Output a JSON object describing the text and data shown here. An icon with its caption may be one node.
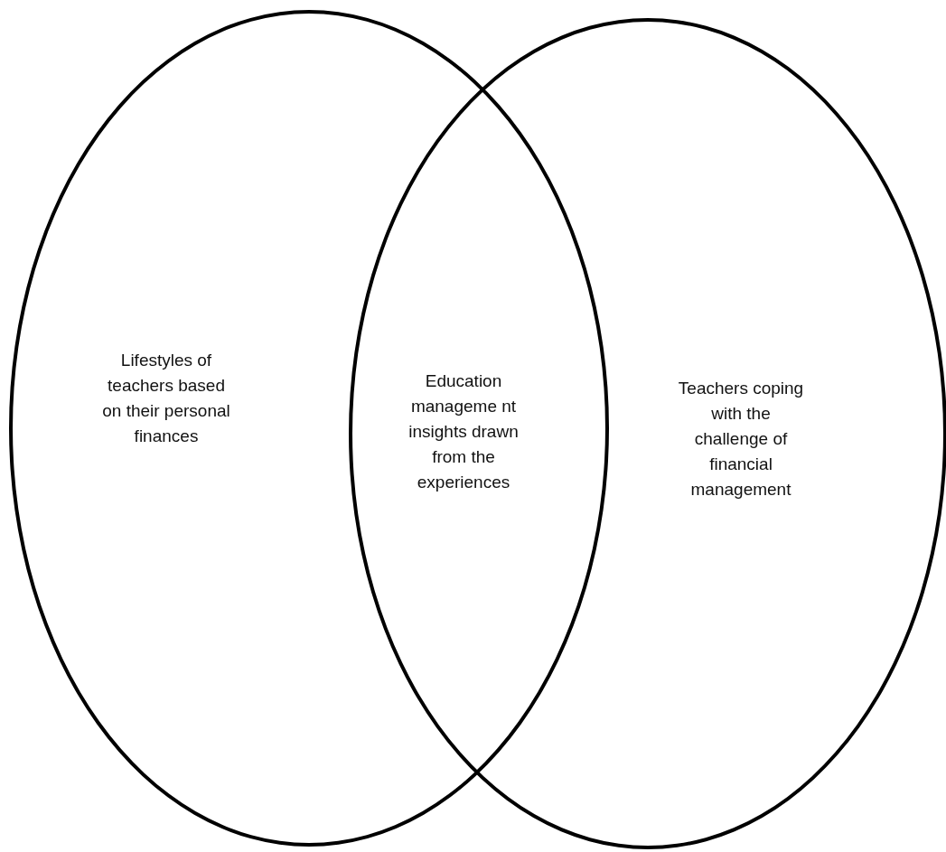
{
  "diagram": {
    "nodes": [
      {
        "text": [
          "Lifestyles of teachers based on their personal finances"
        ]
      },
      {
        "text": [
          "Teachers coping with the challenge of financial management"
        ]
      }
    ],
    "labels": [
      "Education manageme nt insights drawn from the experiences"
    ]
  }
}
